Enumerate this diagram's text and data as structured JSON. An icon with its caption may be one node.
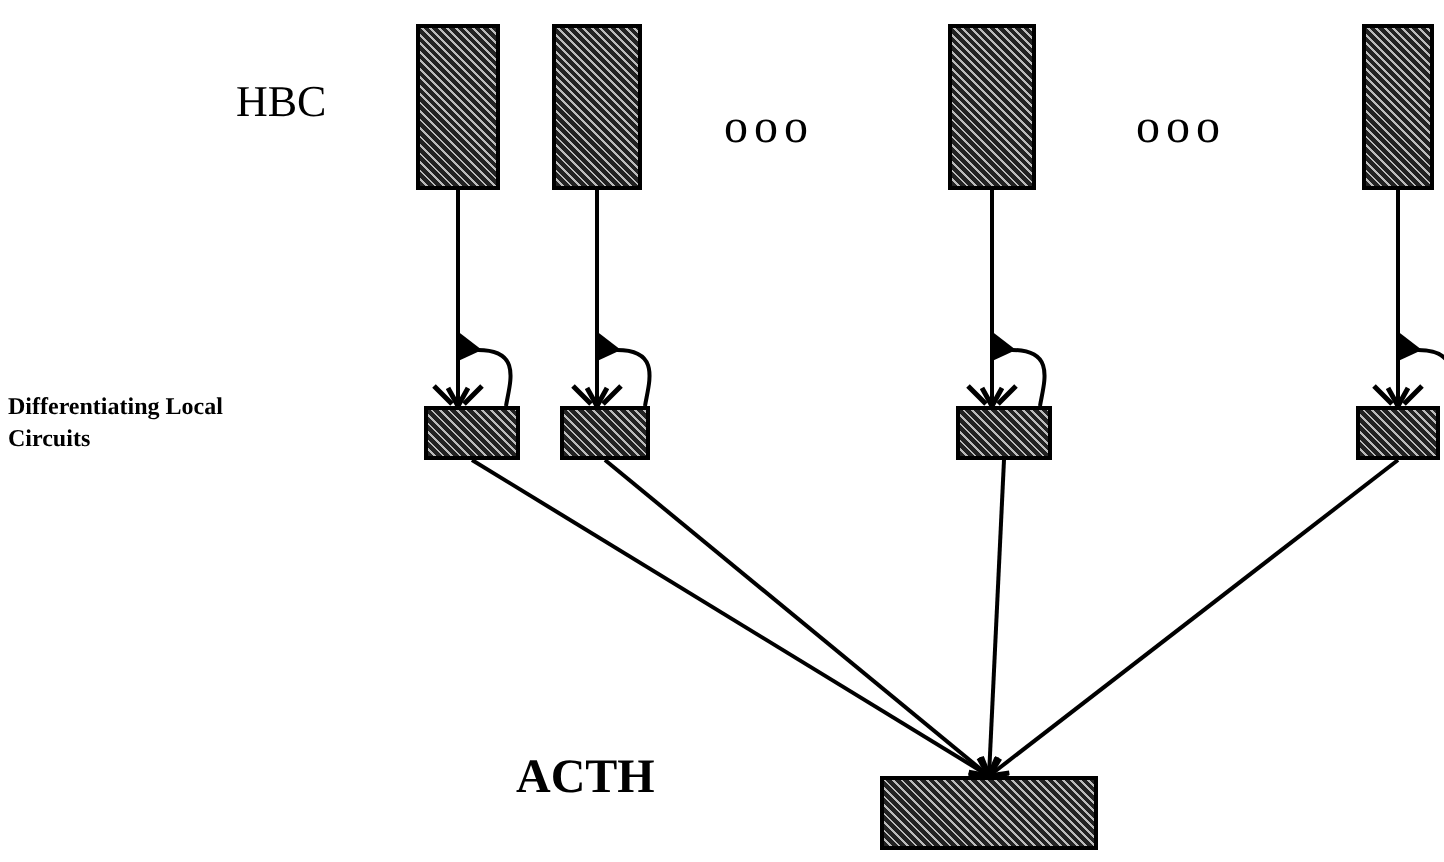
{
  "diagram": {
    "nodes": [
      {
        "text": [],
        "shape": "box"
      },
      {
        "text": [],
        "shape": "box"
      },
      {
        "text": [],
        "shape": "box"
      },
      {
        "text": [],
        "shape": "box"
      },
      {
        "text": [],
        "shape": "box"
      },
      {
        "text": [],
        "shape": "box"
      },
      {
        "text": [],
        "shape": "box"
      },
      {
        "text": [],
        "shape": "box"
      },
      {
        "text": [],
        "shape": "box"
      }
    ],
    "edges": [
      {
        "from": 0,
        "to": 4,
        "arrow": "to"
      },
      {
        "from": 1,
        "to": 5,
        "arrow": "to"
      },
      {
        "from": 2,
        "to": 6,
        "arrow": "to"
      },
      {
        "from": 3,
        "to": 7,
        "arrow": "to"
      },
      {
        "from": 4,
        "to": 8,
        "arrow": "to"
      },
      {
        "from": 5,
        "to": 8,
        "arrow": "to"
      },
      {
        "from": 6,
        "to": 8,
        "arrow": "to"
      },
      {
        "from": 7,
        "to": 8,
        "arrow": "to"
      }
    ],
    "labels": [
      "HBC",
      "ooo",
      "ooo",
      "Differentiating Local Circuits",
      "ACTH"
    ]
  }
}
